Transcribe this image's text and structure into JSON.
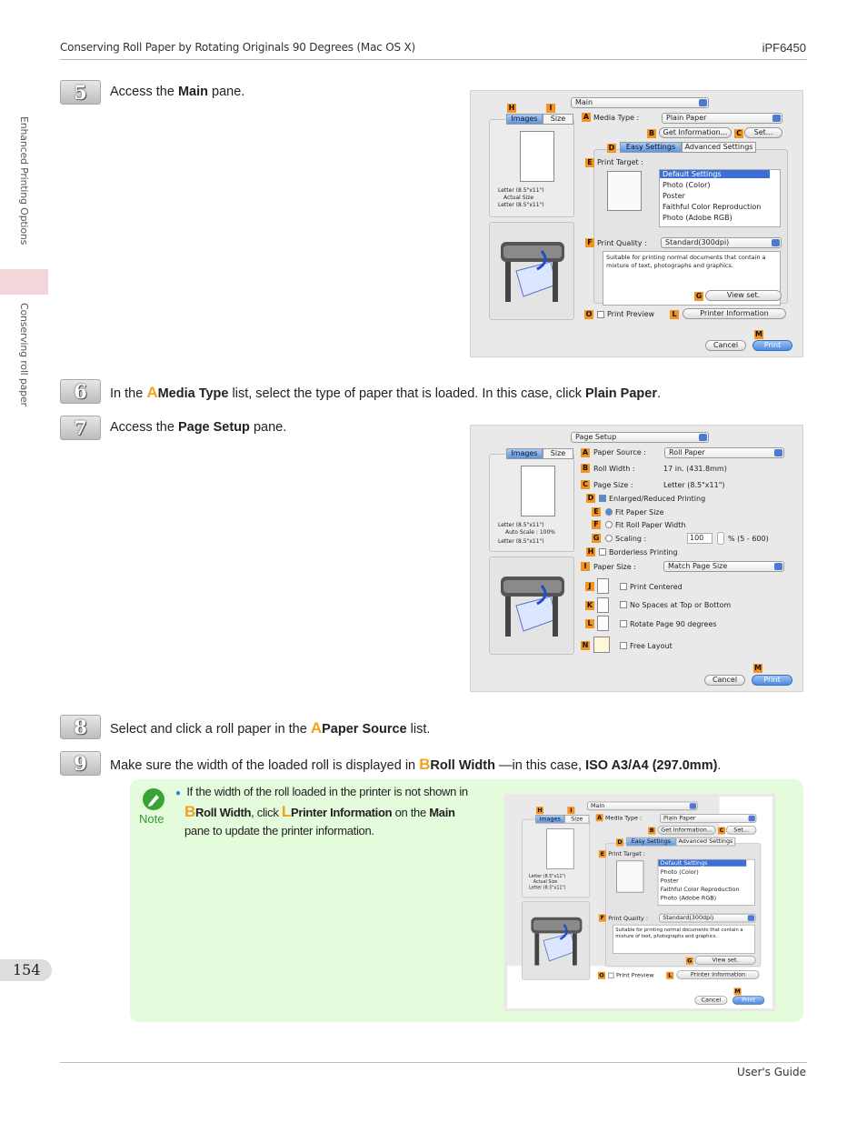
{
  "header": {
    "title": "Conserving Roll Paper by Rotating Originals 90 Degrees (Mac OS X)",
    "model": "iPF6450"
  },
  "sidebar": {
    "section": "Enhanced Printing Options",
    "subsection": "Conserving roll paper"
  },
  "page_number": "154",
  "footer": "User's Guide",
  "steps": [
    {
      "num": "5",
      "pre": "Access the ",
      "bold": "Main",
      "post": " pane."
    },
    {
      "num": "6",
      "pre": "In the ",
      "letter": "A",
      "bold": "Media Type",
      "mid": " list, select the type of paper that is loaded. In this case, click ",
      "bold2": "Plain Paper",
      "post": "."
    },
    {
      "num": "7",
      "pre": "Access the ",
      "bold": "Page Setup",
      "post": " pane."
    },
    {
      "num": "8",
      "pre": "Select and click a roll paper in the ",
      "letter": "A",
      "bold": "Paper Source",
      "post": " list."
    },
    {
      "num": "9",
      "pre": "Make sure the width of the loaded roll is displayed in ",
      "letter": "B",
      "bold": "Roll Width",
      "mid": " —in this case, ",
      "bold2": "ISO A3/A4 (297.0mm)",
      "post": "."
    }
  ],
  "note": {
    "label": "Note",
    "line1": "If the width of the roll loaded in the printer is not shown in",
    "letter_b": "B",
    "bold_b": "Roll Width",
    "mid": ", click ",
    "letter_l": "L",
    "bold_l": "Printer Information",
    "mid2": " on the ",
    "bold_main": "Main",
    "line3": "pane to update the printer information."
  },
  "main_pane": {
    "pane_select": "Main",
    "tabs": [
      "Images",
      "Size"
    ],
    "media_type_label": "Media Type :",
    "media_type_value": "Plain Paper",
    "get_info": "Get Information...",
    "set": "Set...",
    "mode_tabs": [
      "Easy Settings",
      "Advanced Settings"
    ],
    "print_target_label": "Print Target :",
    "print_targets": [
      "Default Settings",
      "Photo (Color)",
      "Poster",
      "Faithful Color Reproduction",
      "Photo (Adobe RGB)"
    ],
    "print_quality_label": "Print Quality :",
    "print_quality_value": "Standard(300dpi)",
    "description": "Suitable for printing normal documents that contain a mixture of text, photographs and graphics.",
    "view_set": "View set.",
    "print_preview": "Print Preview",
    "printer_info": "Printer Information",
    "cancel": "Cancel",
    "print": "Print",
    "size_lines": [
      "Letter (8.5\"x11\")",
      "Actual Size",
      "Letter (8.5\"x11\")"
    ],
    "labels": [
      "H",
      "I",
      "A",
      "B",
      "C",
      "D",
      "E",
      "F",
      "G",
      "O",
      "L",
      "M"
    ]
  },
  "page_setup_pane": {
    "pane_select": "Page Setup",
    "tabs": [
      "Images",
      "Size"
    ],
    "paper_source_label": "Paper Source :",
    "paper_source_value": "Roll Paper",
    "roll_width_label": "Roll Width :",
    "roll_width_value": "17 in. (431.8mm)",
    "page_size_label": "Page Size :",
    "page_size_value": "Letter (8.5\"x11\")",
    "enlarged": "Enlarged/Reduced Printing",
    "fit_paper_size": "Fit Paper Size",
    "fit_roll_width": "Fit Roll Paper Width",
    "scaling": "Scaling :",
    "scaling_value": "100",
    "scaling_range": "% (5 - 600)",
    "borderless": "Borderless Printing",
    "paper_size_label": "Paper Size :",
    "paper_size_value": "Match Page Size",
    "print_centered": "Print Centered",
    "no_spaces": "No Spaces at Top or Bottom",
    "rotate": "Rotate Page 90 degrees",
    "free_layout": "Free Layout",
    "cancel": "Cancel",
    "print": "Print",
    "size_lines": [
      "Letter (8.5\"x11\")",
      "Auto Scale : 100%",
      "Letter (8.5\"x11\")"
    ],
    "labels": [
      "A",
      "B",
      "C",
      "D",
      "E",
      "F",
      "G",
      "H",
      "I",
      "J",
      "K",
      "L",
      "N",
      "M"
    ]
  },
  "colors": {
    "accent": "#f3a11c",
    "note_bg": "#e4fbdc",
    "label_bg": "#f39321",
    "side_band": "#f3d6da"
  }
}
